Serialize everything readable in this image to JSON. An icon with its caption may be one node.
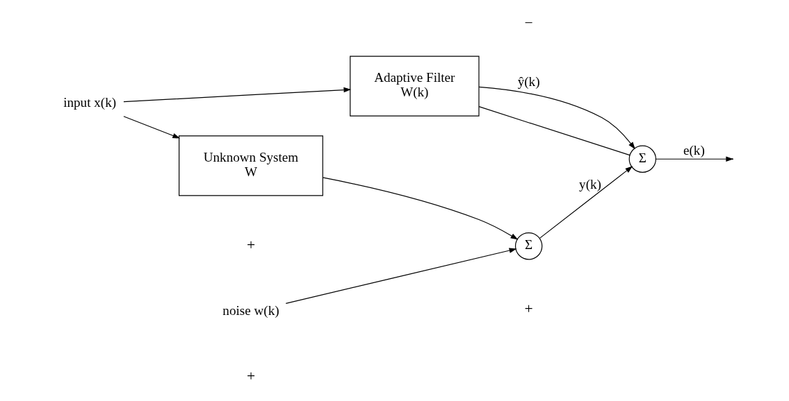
{
  "diagram": {
    "nodes": [
      {
        "text": [
          "input x(k)"
        ]
      },
      {
        "text": [
          "Unknown System",
          "W"
        ]
      },
      {
        "text": [
          "Adaptive Filter",
          "W(k)"
        ]
      },
      {
        "text": [
          "noise w(k)"
        ]
      },
      {
        "text": [
          "Σ"
        ]
      },
      {
        "text": [
          "Σ"
        ]
      }
    ],
    "edges": [
      {
        "from": 0,
        "to": 1,
        "arrow": "to"
      },
      {
        "from": 0,
        "to": 2,
        "arrow": "to"
      },
      {
        "from": 1,
        "to": 4,
        "arrow": "to"
      },
      {
        "from": 3,
        "to": 4,
        "arrow": "to"
      },
      {
        "from": 4,
        "to": 5,
        "arrow": "to",
        "label": "y(k)"
      },
      {
        "from": 2,
        "to": 5,
        "arrow": "to",
        "label": "ŷ(k)"
      },
      {
        "from": 5,
        "to": null,
        "arrow": "to",
        "label": "e(k)"
      },
      {
        "from": 5,
        "to": 2,
        "arrow": "none"
      }
    ],
    "labels": [
      "+",
      "+",
      "+",
      "−"
    ]
  }
}
